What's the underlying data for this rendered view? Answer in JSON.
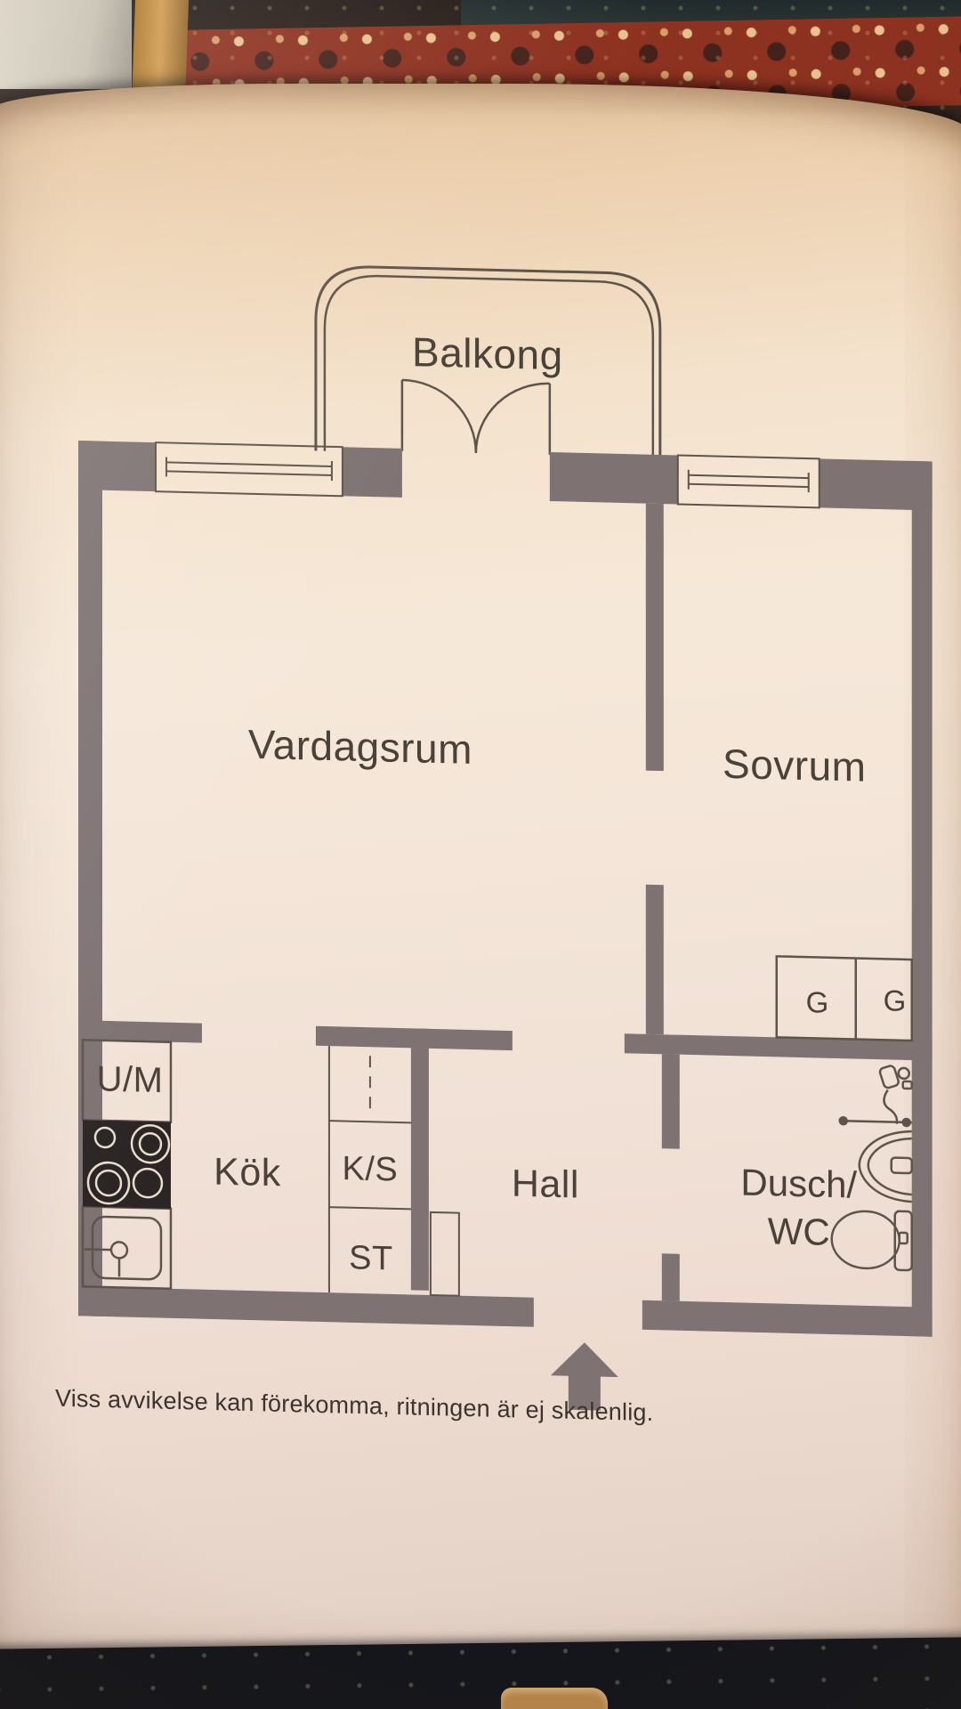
{
  "plan": {
    "labels": {
      "balcony": "Balkong",
      "living_room": "Vardagsrum",
      "bedroom": "Sovrum",
      "kitchen": "Kök",
      "hall": "Hall",
      "bathroom_line1": "Dusch/",
      "bathroom_line2": "WC",
      "dishwasher": "U/M",
      "fridge_freezer": "K/S",
      "cleaning_closet": "ST",
      "wardrobe_1": "G",
      "wardrobe_2": "G"
    },
    "icons": {
      "stove": "stove-burners-icon",
      "kitchen_sink": "kitchen-sink-icon",
      "balcony_doors": "double-door-swing-icon",
      "windows": "window-icon",
      "hand_shower": "hand-shower-icon",
      "towel_rail": "towel-rail-icon",
      "washbasin": "washbasin-icon",
      "toilet": "toilet-icon",
      "entrance": "entrance-arrow-icon"
    },
    "colors": {
      "wall": "#7e7372",
      "line": "#5d544b",
      "paper": "#f3e3d1",
      "label_text": "#4a4239",
      "stove": "#2b2625"
    }
  },
  "footer": {
    "disclaimer": "Viss avvikelse kan förekomma, ritningen är ej skalenlig."
  }
}
